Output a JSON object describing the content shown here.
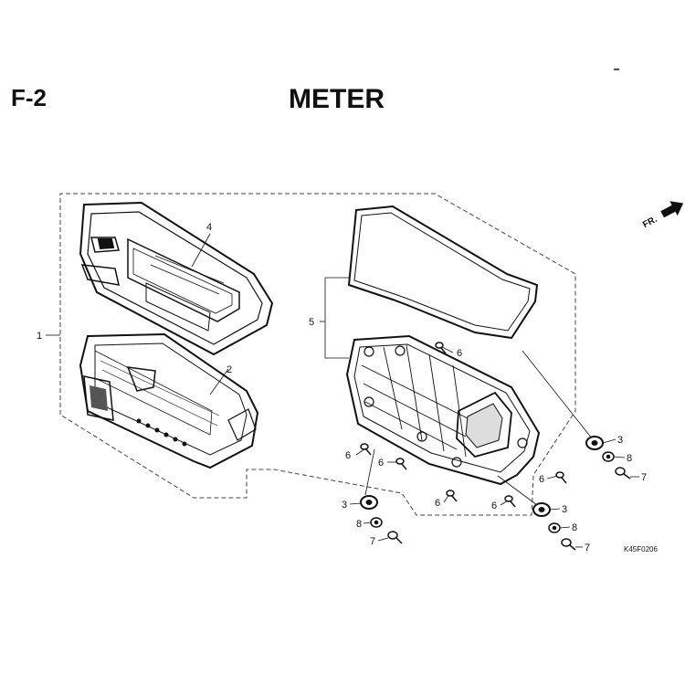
{
  "header": {
    "section": "F-2",
    "title": "METER"
  },
  "direction_label": "FR.",
  "drawing_code": "K45F0206",
  "callouts": {
    "c1": "1",
    "c2": "2",
    "c3a": "3",
    "c3b": "3",
    "c3c": "3",
    "c4": "4",
    "c5": "5",
    "c6a": "6",
    "c6b": "6",
    "c6c": "6",
    "c6d": "6",
    "c6e": "6",
    "c6f": "6",
    "c7a": "7",
    "c7b": "7",
    "c7c": "7",
    "c8a": "8",
    "c8b": "8",
    "c8c": "8"
  }
}
